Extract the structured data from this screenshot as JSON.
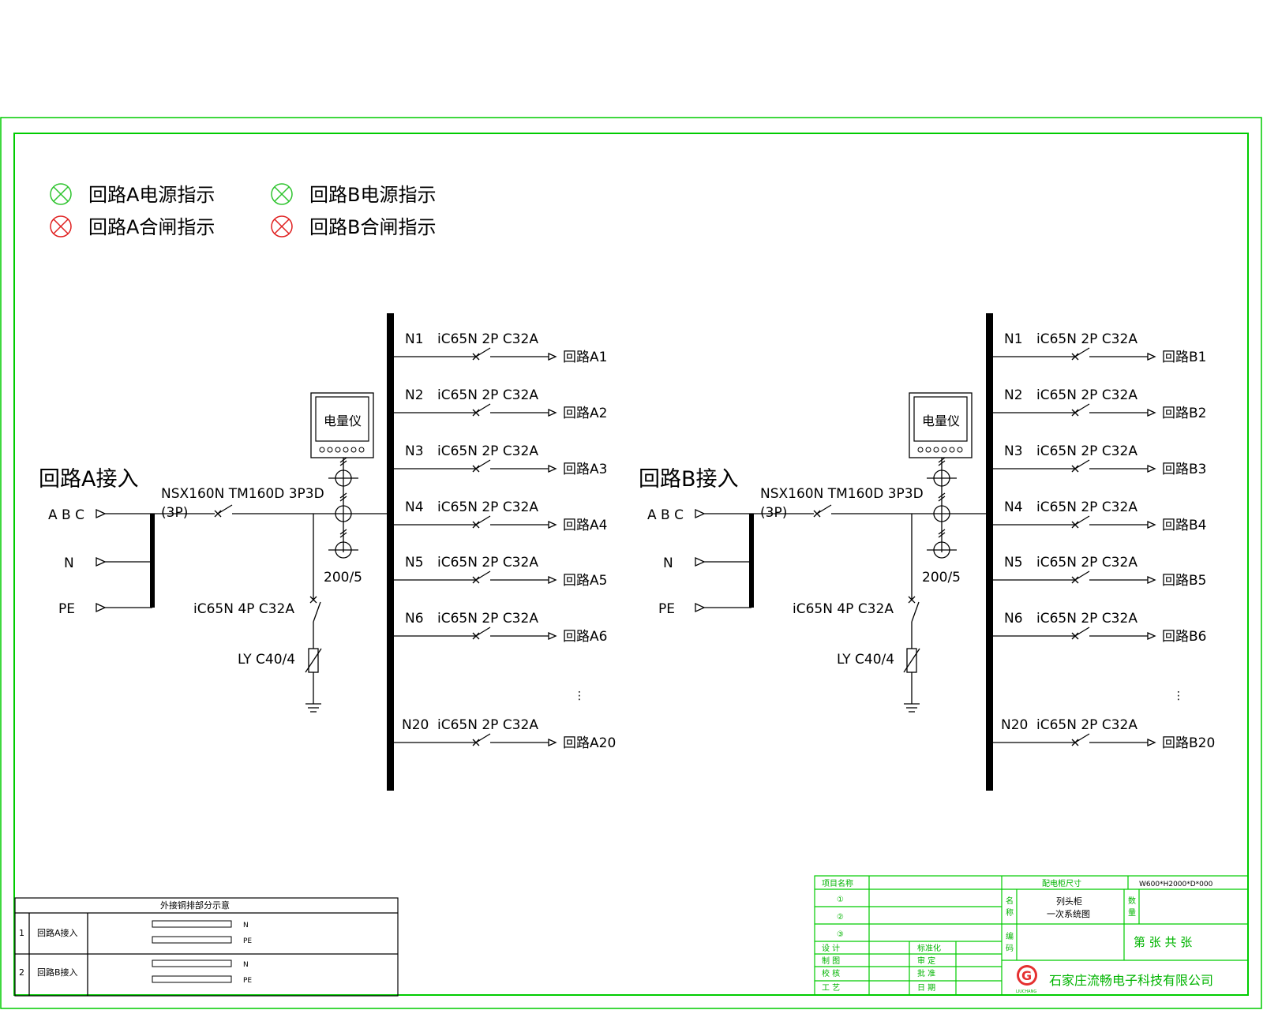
{
  "legend": {
    "a_power": "回路A电源指示",
    "a_close": "回路A合闸指示",
    "b_power": "回路B电源指示",
    "b_close": "回路B合闸指示",
    "power_color": "#2ec42e",
    "close_color": "#e02020"
  },
  "sections": [
    {
      "id": "A",
      "title": "回路A接入",
      "phases": "A B C",
      "n_label": "N",
      "pe_label": "PE",
      "main_breaker": "NSX160N TM160D 3P3D",
      "main_breaker_poles": "(3P)",
      "meter": "电量仪",
      "ct_ratio": "200/5",
      "spd_breaker": "iC65N 4P C32A",
      "spd": "LY C40/4",
      "branches": [
        {
          "id": "N1",
          "breaker": "iC65N 2P C32A",
          "name": "回路A1"
        },
        {
          "id": "N2",
          "breaker": "iC65N 2P C32A",
          "name": "回路A2"
        },
        {
          "id": "N3",
          "breaker": "iC65N 2P C32A",
          "name": "回路A3"
        },
        {
          "id": "N4",
          "breaker": "iC65N 2P C32A",
          "name": "回路A4"
        },
        {
          "id": "N5",
          "breaker": "iC65N 2P C32A",
          "name": "回路A5"
        },
        {
          "id": "N6",
          "breaker": "iC65N 2P C32A",
          "name": "回路A6"
        },
        {
          "id": "N20",
          "breaker": "iC65N 2P C32A",
          "name": "回路A20"
        }
      ]
    },
    {
      "id": "B",
      "title": "回路B接入",
      "phases": "A B C",
      "n_label": "N",
      "pe_label": "PE",
      "main_breaker": "NSX160N TM160D 3P3D",
      "main_breaker_poles": "(3P)",
      "meter": "电量仪",
      "ct_ratio": "200/5",
      "spd_breaker": "iC65N 4P C32A",
      "spd": "LY C40/4",
      "branches": [
        {
          "id": "N1",
          "breaker": "iC65N 2P C32A",
          "name": "回路B1"
        },
        {
          "id": "N2",
          "breaker": "iC65N 2P C32A",
          "name": "回路B2"
        },
        {
          "id": "N3",
          "breaker": "iC65N 2P C32A",
          "name": "回路B3"
        },
        {
          "id": "N4",
          "breaker": "iC65N 2P C32A",
          "name": "回路B4"
        },
        {
          "id": "N5",
          "breaker": "iC65N 2P C32A",
          "name": "回路B5"
        },
        {
          "id": "N6",
          "breaker": "iC65N 2P C32A",
          "name": "回路B6"
        },
        {
          "id": "N20",
          "breaker": "iC65N 2P C32A",
          "name": "回路B20"
        }
      ]
    }
  ],
  "copper_table": {
    "title": "外接铜排部分示意",
    "rows": [
      {
        "no": "1",
        "name": "回路A接入",
        "bars": [
          "N",
          "PE"
        ]
      },
      {
        "no": "2",
        "name": "回路B接入",
        "bars": [
          "N",
          "PE"
        ]
      }
    ]
  },
  "title_block": {
    "project_name_label": "项目名称",
    "cabinet_size_label": "配电柜尺寸",
    "cabinet_size_value": "W600*H2000*D*000",
    "circled": [
      "①",
      "②",
      "③"
    ],
    "name_label_1": "名",
    "name_label_2": "称",
    "drawing_name_1": "列头柜",
    "drawing_name_2": "一次系统图",
    "qty_label_1": "数",
    "qty_label_2": "量",
    "code_label_1": "编",
    "code_label_2": "码",
    "sheet_text": "第  张 共  张",
    "roles_left": [
      "设  计",
      "制  图",
      "校  核",
      "工  艺"
    ],
    "roles_right": [
      "标准化",
      "审  定",
      "批  准",
      "日  期"
    ],
    "company": "石家庄流畅电子科技有限公司",
    "logo_text": "LIUCHANG"
  }
}
